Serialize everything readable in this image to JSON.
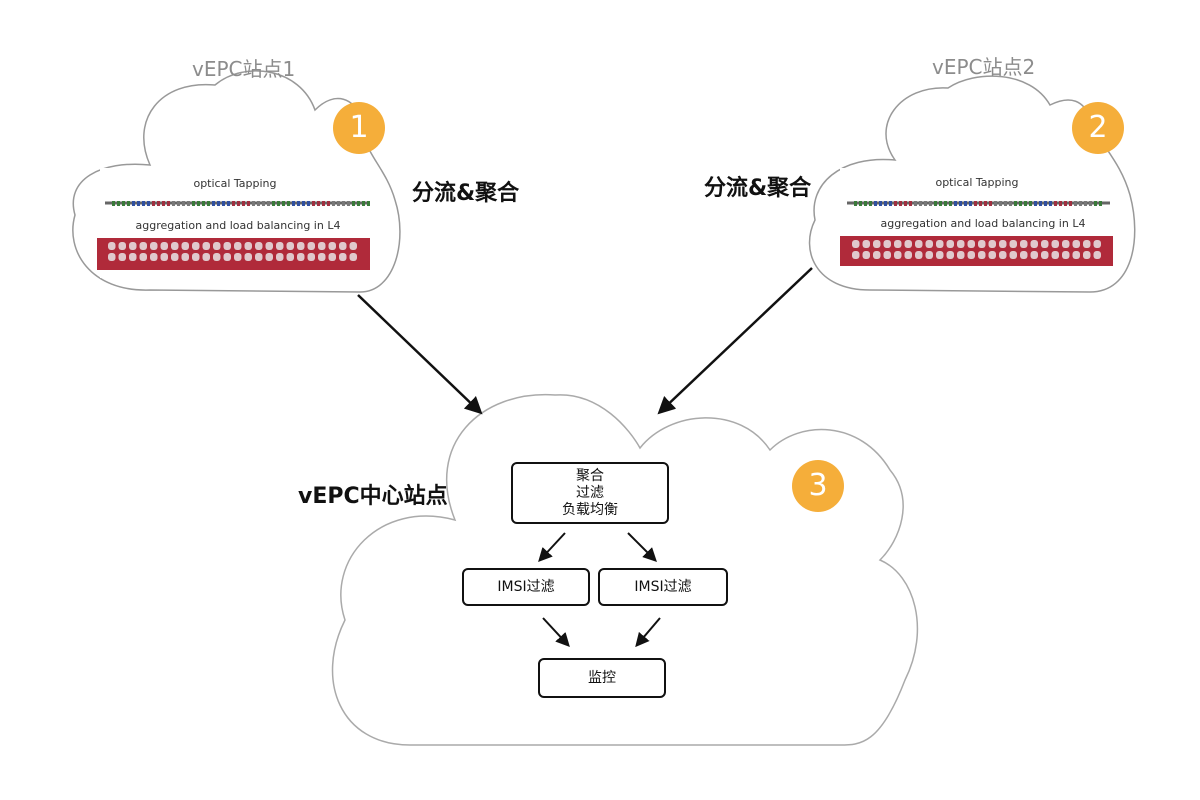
{
  "site1": {
    "title": "vEPC站点1",
    "badge": "1",
    "side_text": "分流&聚合",
    "device": {
      "top_label": "optical Tapping",
      "bottom_label": "aggregation and load balancing in L4"
    }
  },
  "site2": {
    "title": "vEPC站点2",
    "badge": "2",
    "side_text": "分流&聚合",
    "device": {
      "top_label": "optical Tapping",
      "bottom_label": "aggregation and load balancing in L4"
    }
  },
  "center": {
    "title": "vEPC中心站点",
    "badge": "3",
    "top_box": {
      "lines": [
        "聚合",
        "过滤",
        "负载均衡"
      ]
    },
    "left_box": "IMSI过滤",
    "right_box": "IMSI过滤",
    "bottom_box": "监控"
  },
  "colors": {
    "badge": "#f5ae3a",
    "chassis": "#b02a3a",
    "cloud_stroke": "#999999"
  }
}
